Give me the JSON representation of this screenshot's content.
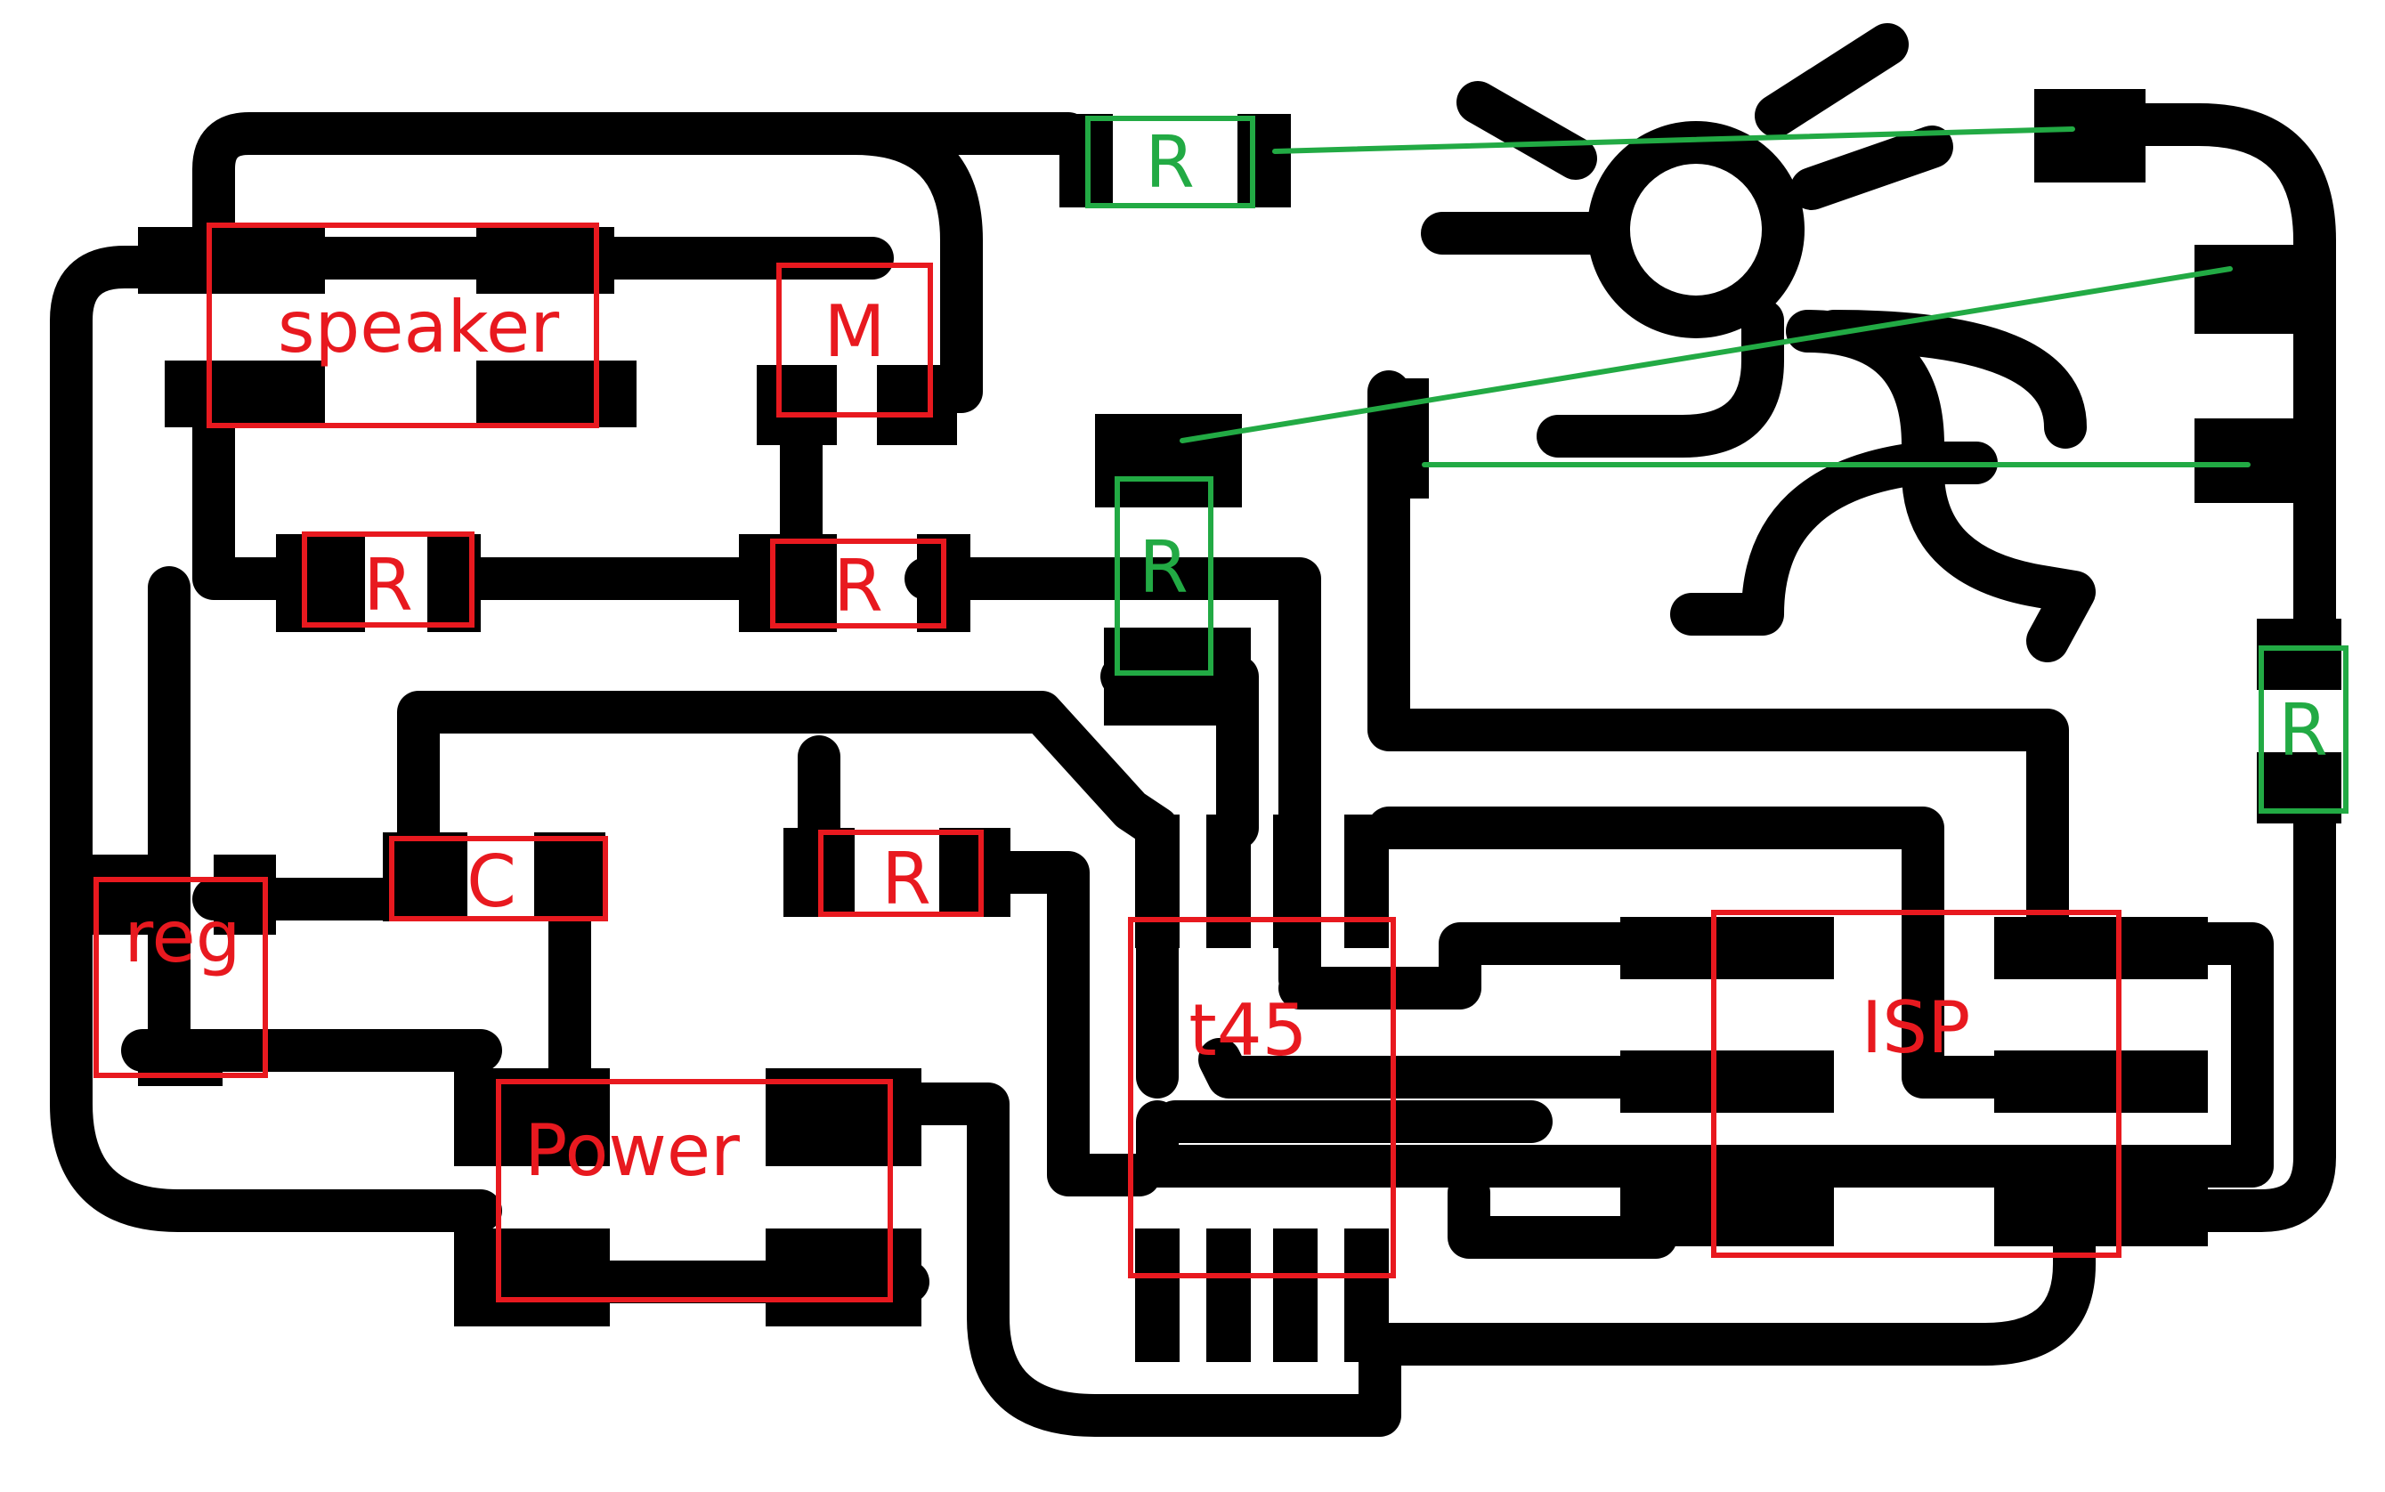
{
  "board": {
    "trace_color": "#000000",
    "background_color": "#ffffff",
    "component_color": "#e8191f",
    "annotation_color": "#22aa44"
  },
  "components": {
    "speaker": "speaker",
    "motor": "M",
    "r1": "R",
    "r2": "R",
    "r3": "R",
    "capacitor": "C",
    "regulator": "reg",
    "power": "Power",
    "mcu": "t45",
    "isp": "ISP"
  },
  "annotations": {
    "r_top": "R",
    "r_mid": "R",
    "r_right": "R"
  }
}
